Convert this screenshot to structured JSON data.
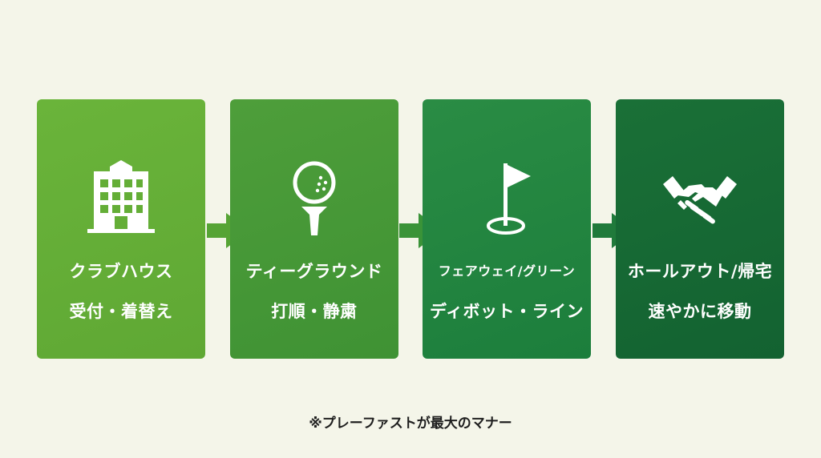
{
  "steps": [
    {
      "title": "クラブハウス",
      "subtitle": "受付・着替え",
      "icon": "building-icon"
    },
    {
      "title": "ティーグラウンド",
      "subtitle": "打順・静粛",
      "icon": "golf-ball-on-tee-icon"
    },
    {
      "title": "フェアウェイ/グリーン",
      "subtitle": "ディボット・ライン",
      "icon": "flag-in-hole-icon"
    },
    {
      "title": "ホールアウト/帰宅",
      "subtitle": "速やかに移動",
      "icon": "handshake-icon"
    }
  ],
  "footer_note": "※プレーファストが最大のマナー",
  "colors": {
    "background": "#f4f5e9",
    "step1": "#64ae37",
    "step2": "#479837",
    "step3": "#238540",
    "step4": "#166934",
    "arrow1": "#56a435",
    "arrow2": "#3a9338",
    "arrow3": "#207a3b"
  }
}
